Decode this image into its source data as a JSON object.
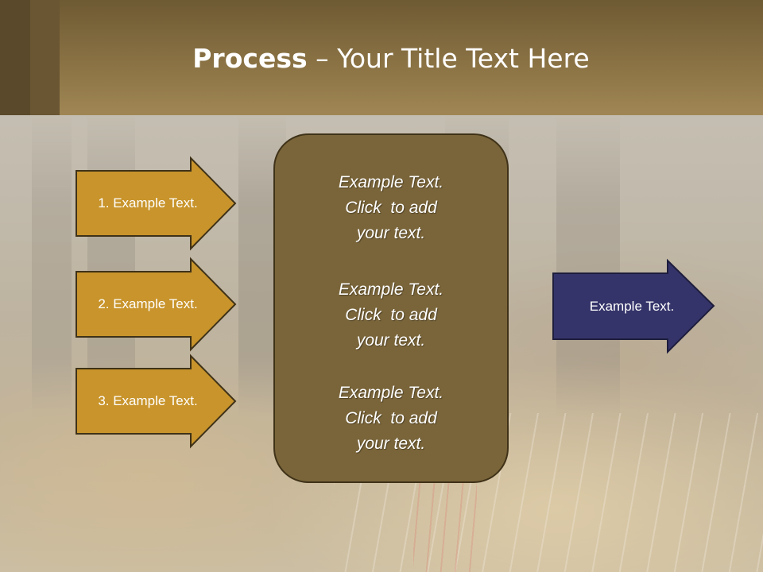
{
  "slide": {
    "title_bold": "Process",
    "title_rest": " – Your Title Text Here"
  },
  "steps": [
    {
      "label": "1. Example Text."
    },
    {
      "label": "2. Example Text."
    },
    {
      "label": "3. Example Text."
    }
  ],
  "center_blocks": [
    {
      "lines": [
        "Example Text.",
        "Click  to add",
        "your text."
      ]
    },
    {
      "lines": [
        "Example Text.",
        "Click  to add",
        "your text."
      ]
    },
    {
      "lines": [
        "Example Text.",
        "Click  to add",
        "your text."
      ]
    }
  ],
  "output": {
    "label": "Example Text."
  },
  "colors": {
    "step_arrow_fill": "#c8942b",
    "step_arrow_stroke": "#3f3218",
    "center_box_fill": "#7a653a",
    "output_arrow_fill": "#35346a",
    "header": "#8a7244"
  }
}
